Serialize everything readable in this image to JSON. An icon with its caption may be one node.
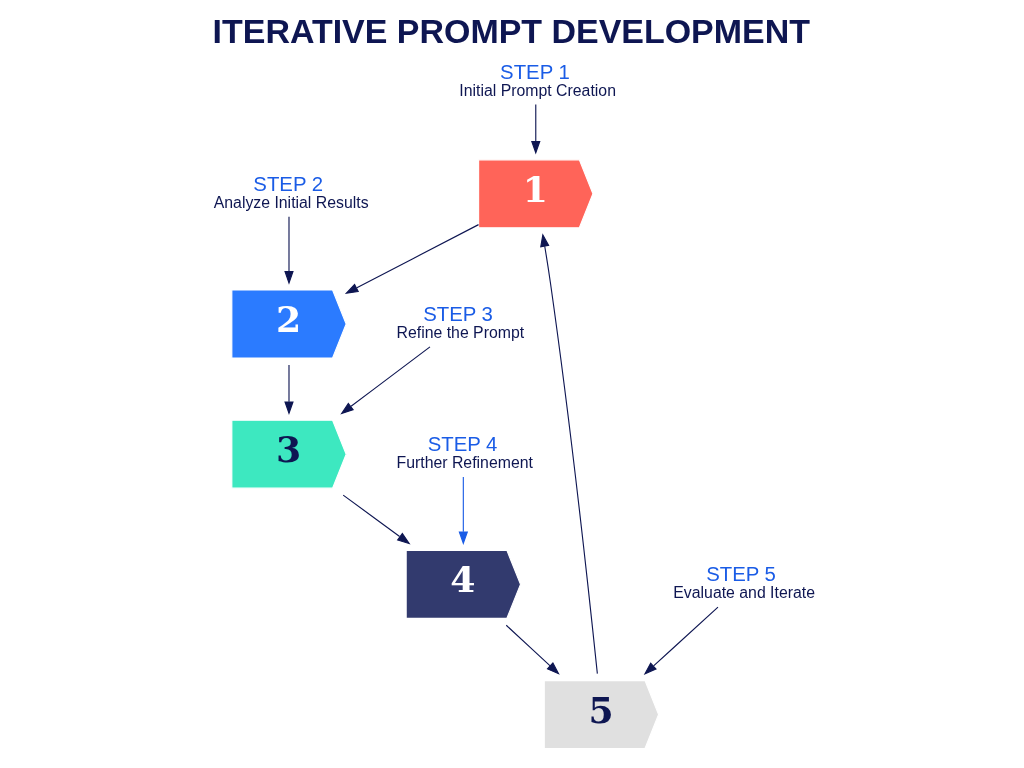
{
  "diagram": {
    "title": "ITERATIVE PROMPT DEVELOPMENT",
    "nodes": [
      {
        "text": [
          "STEP 1",
          "Initial Prompt Creation"
        ]
      },
      {
        "text": [
          "1"
        ]
      },
      {
        "text": [
          "2"
        ]
      },
      {
        "text": [
          "STEP 2",
          "Analyze Initial Results"
        ]
      },
      {
        "text": [
          "STEP 5",
          "Evaluate and Iterate"
        ]
      },
      {
        "text": [
          "5"
        ]
      },
      {
        "text": [
          "3"
        ]
      },
      {
        "text": [
          "STEP 3",
          "Refine the Prompt"
        ]
      },
      {
        "text": [
          "4"
        ]
      },
      {
        "text": [
          "STEP 4",
          "Further Refinement"
        ]
      }
    ],
    "edges": [
      {
        "from": 1,
        "to": 2,
        "arrow": "to"
      },
      {
        "from": 2,
        "to": 6,
        "arrow": "to"
      },
      {
        "from": 6,
        "to": 8,
        "arrow": "to"
      },
      {
        "from": 8,
        "to": 5,
        "arrow": "to"
      },
      {
        "from": 5,
        "to": 1,
        "arrow": "to"
      },
      {
        "from": 0,
        "to": 1,
        "arrow": "to"
      },
      {
        "from": 3,
        "to": 2,
        "arrow": "to"
      },
      {
        "from": 7,
        "to": 6,
        "arrow": "to"
      },
      {
        "from": 9,
        "to": 8,
        "arrow": "to",
        "color": "#1a5ce6"
      },
      {
        "from": 4,
        "to": 5,
        "arrow": "to"
      }
    ]
  }
}
